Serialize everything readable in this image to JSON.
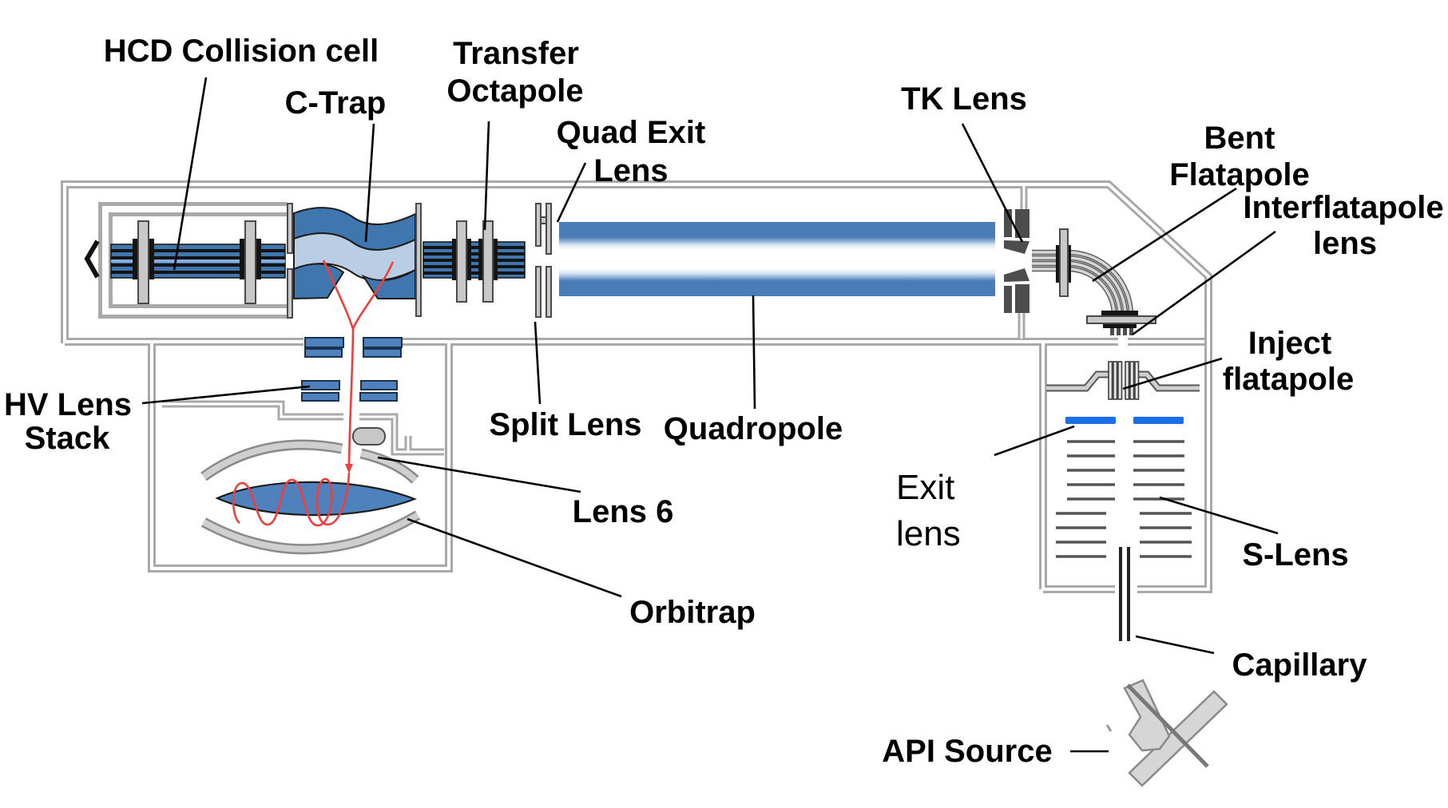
{
  "diagram": {
    "type": "instrument-schematic",
    "subject": "Orbitrap mass spectrometer ion optics",
    "labels": {
      "hcd": "HCD Collision cell",
      "c_trap": "C-Trap",
      "transfer_1": "Transfer",
      "transfer_2": "Octapole",
      "quad_exit_1": "Quad Exit",
      "quad_exit_2": "Lens",
      "tk": "TK Lens",
      "bent_1": "Bent",
      "bent_2": "Flatapole",
      "inter_1": "Interflatapole",
      "inter_2": "lens",
      "inject_1": "Inject",
      "inject_2": "flatapole",
      "hv_1": "HV Lens",
      "hv_2": "Stack",
      "split": "Split Lens",
      "quadropole": "Quadropole",
      "exit_1": "Exit",
      "exit_2": "lens",
      "lens6": "Lens 6",
      "orbitrap": "Orbitrap",
      "s_lens": "S-Lens",
      "capillary": "Capillary",
      "api": "API Source"
    },
    "colors": {
      "wall": "#a9a9a9",
      "plate": "#c8c8c8",
      "rod_blue": "#4f81bd",
      "dark_blue": "#3f76ad",
      "light_blue": "#b9cde5",
      "bright_blue": "#1a6fe8",
      "ion_red": "#ef3e3c",
      "dark_metal": "#4d4d4d"
    }
  }
}
